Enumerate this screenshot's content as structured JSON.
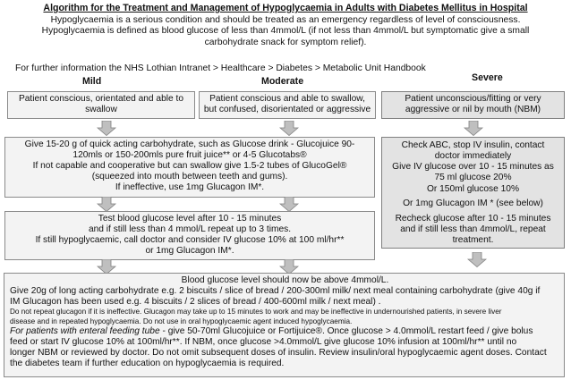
{
  "title": "Algorithm for the Treatment and Management of Hypoglycaemia in Adults with Diabetes Mellitus in Hospital",
  "intro": [
    "Hypoglycaemia is a serious condition and should be treated as an emergency regardless of level of  consciousness.",
    "Hypoglycaemia is defined as blood glucose of less than 4mmol/L (if not less than 4mmol/L but symptomatic give a small",
    "carbohydrate snack for symptom relief)."
  ],
  "further_info": "For further information the NHS Lothian Intranet > Healthcare > Diabetes > Metabolic Unit Handbook",
  "columns": {
    "mild": "Mild",
    "moderate": "Moderate",
    "severe": "Severe"
  },
  "presentation": {
    "mild": [
      "Patient conscious, orientated and able to",
      "swallow"
    ],
    "moderate": [
      "Patient conscious and able to swallow,",
      "but confused, disorientated or aggressive"
    ],
    "severe": [
      "Patient unconscious/fitting or very",
      "aggressive or nil by mouth (NBM)"
    ]
  },
  "treatment": [
    "Give 15-20 g of quick acting carbohydrate, such as Glucose drink  - Glucojuice 90-",
    "120mls or 150-200mls  pure fruit juice** or 4-5 Glucotabs®",
    "If not capable  and cooperative but can swallow give 1.5-2 tubes of GlucoGel®",
    "(squeezed into mouth between  teeth and gums).",
    "If ineffective, use 1mg  Glucagon IM*."
  ],
  "retest": [
    "Test blood glucose level after 10 - 15 minutes",
    "and if still less than 4 mmol/L repeat up to 3 times.",
    "If still hypoglycaemic, call doctor and consider IV glucose 10%  at 100 ml/hr**",
    "or 1mg Glucagon IM*."
  ],
  "severe_treatment": [
    "Check ABC, stop IV insulin, contact",
    "doctor immediately",
    "Give  IV glucose  over 10 - 15 minutes as",
    "75 ml glucose 20%",
    "Or 150ml glucose 10%",
    "Or 1mg Glucagon IM *  (see below)",
    "Recheck glucose after 10 - 15 minutes",
    "and if still less than 4mmol/L, repeat",
    "treatment."
  ],
  "followup": {
    "line1": "Blood glucose level should now be above 4mmol/L.",
    "line2": " Give 20g of long acting carbohydrate e.g.  2 biscuits / slice of bread / 200-300ml milk/ next meal containing carbohydrate (give 40g if",
    "line3": "IM Glucagon has been used e.g. 4 biscuits / 2 slices of bread / 400-600ml milk / next meal) .",
    "small1": "Do not repeat glucagon if it is ineffective. Glucagon may take up to 15 minutes to work and may be ineffective in undernourished patients, in severe liver",
    "small2": "disease and in repeated hypoglycaemia. Do not use in oral hypoglycaemic agent induced hypoglycaemia.",
    "enteral_italic": "For patients with enteral feeding tube",
    "enteral_rest": " - give 50-70ml Glucojuice or Fortijuice®. Once glucose > 4.0mmol/L restart feed  / give bolus",
    "line6": "feed  or start IV glucose 10% at 100ml/hr**. If NBM, once glucose >4.0mmol/L  give glucose 10%  infusion at 100ml/hr** until no",
    "line7": "longer NBM or reviewed by doctor. Do not omit subsequent doses of insulin. Review insulin/oral hypoglycaemic agent doses. Contact",
    "line8": "the diabetes team if further education on hypoglycaemia is required."
  },
  "colors": {
    "severe_fill": "#e3e3e3",
    "light_fill": "#f3f3f3",
    "arrow_fill": "#bfbfbf",
    "border": "#8a8a8a"
  }
}
